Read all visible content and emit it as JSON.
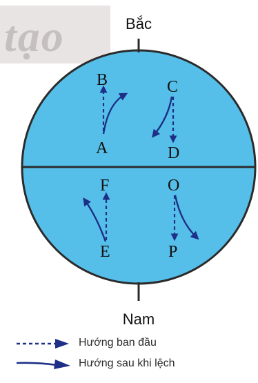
{
  "poles": {
    "north": "Bắc",
    "south": "Nam"
  },
  "points": {
    "A": "A",
    "B": "B",
    "C": "C",
    "D": "D",
    "E": "E",
    "F": "F",
    "O": "O",
    "P": "P"
  },
  "legend": {
    "initial": "Hướng ban đầu",
    "deflected": "Hướng sau khi lệch"
  },
  "watermark_text": "tạo",
  "colors": {
    "globe_fill": "#56bfe9",
    "outline": "#2b2b2b",
    "arrow": "#1d2f86",
    "watermark_bg": "#e9e4e4"
  }
}
